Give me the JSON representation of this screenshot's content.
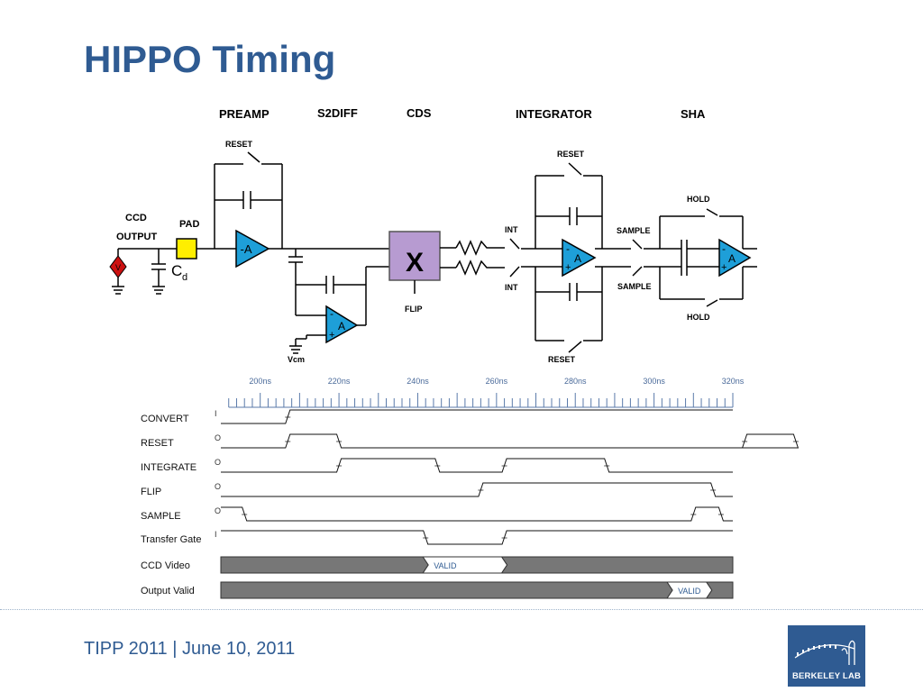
{
  "slide": {
    "title": "HIPPO Timing",
    "footer": "TIPP 2011 | June 10, 2011",
    "logo_text": "BERKELEY LAB"
  },
  "colors": {
    "title": "#2f5b92",
    "opamp": "#1e9fd8",
    "cds_box": "#b79bd1",
    "pad": "#ffee00",
    "source": "#cc1111",
    "bus_fill": "#777777"
  },
  "circuit": {
    "stage_labels": [
      "PREAMP",
      "S2DIFF",
      "CDS",
      "INTEGRATOR",
      "SHA"
    ],
    "labels": {
      "reset_top_preamp": "RESET",
      "ccd": "CCD",
      "output": "OUTPUT",
      "pad": "PAD",
      "cd": "C",
      "cd_sub": "d",
      "vcm": "Vcm",
      "flip": "FLIP",
      "int_top": "INT",
      "int_bottom": "INT",
      "reset_top_integrator": "RESET",
      "reset_bottom_integrator": "RESET",
      "sample_top": "SAMPLE",
      "sample_bottom": "SAMPLE",
      "hold_top": "HOLD",
      "hold_bottom": "HOLD",
      "cds_symbol": "X",
      "preamp_gain": "-A",
      "s2diff_gain": "A",
      "integrator_gain": "A",
      "sha_gain": "A",
      "minus": "-",
      "plus": "+",
      "source_symbol": "V"
    }
  },
  "timing": {
    "time_ticks": [
      "200ns",
      "220ns",
      "240ns",
      "260ns",
      "280ns",
      "300ns",
      "320ns"
    ],
    "signals": [
      {
        "name": "CONVERT",
        "level_label": "I",
        "initial": 0,
        "transitions": [
          207
        ]
      },
      {
        "name": "RESET",
        "level_label": "O",
        "initial": 0,
        "transitions": [
          207,
          220,
          323,
          336
        ]
      },
      {
        "name": "INTEGRATE",
        "level_label": "O",
        "initial": 0,
        "transitions": [
          220,
          245,
          262,
          288
        ]
      },
      {
        "name": "FLIP",
        "level_label": "O",
        "initial": 0,
        "transitions": [
          256,
          315
        ]
      },
      {
        "name": "SAMPLE",
        "level_label": "O",
        "initial": 1,
        "transitions": [
          196,
          310,
          317
        ]
      },
      {
        "name": "Transfer Gate",
        "level_label": "I",
        "initial": 1,
        "transitions": [
          242,
          262
        ]
      }
    ],
    "buses": [
      {
        "name": "CCD Video",
        "valid_label": "VALID",
        "valid_range": [
          242,
          262
        ]
      },
      {
        "name": "Output Valid",
        "valid_label": "VALID",
        "valid_range": [
          304,
          314
        ]
      }
    ]
  }
}
